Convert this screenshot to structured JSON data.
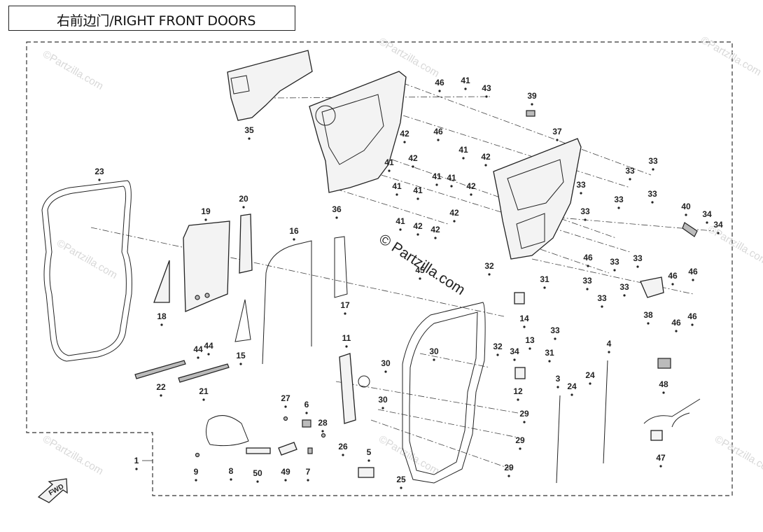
{
  "title": "右前边门/RIGHT FRONT DOORS",
  "watermarks": {
    "small": "©Partzilla.com",
    "center": "© Partzilla.com"
  },
  "fwd_label": "FWD",
  "colors": {
    "line": "#222222",
    "watermark": "#d8d8d8"
  },
  "callouts": [
    "1",
    "3",
    "4",
    "5",
    "6",
    "7",
    "8",
    "9",
    "11",
    "12",
    "13",
    "14",
    "15",
    "16",
    "17",
    "18",
    "19",
    "20",
    "21",
    "22",
    "23",
    "24",
    "25",
    "26",
    "27",
    "28",
    "29",
    "30",
    "31",
    "32",
    "33",
    "34",
    "35",
    "36",
    "37",
    "38",
    "39",
    "40",
    "41",
    "42",
    "43",
    "44",
    "45",
    "46",
    "47",
    "48",
    "49",
    "50"
  ]
}
